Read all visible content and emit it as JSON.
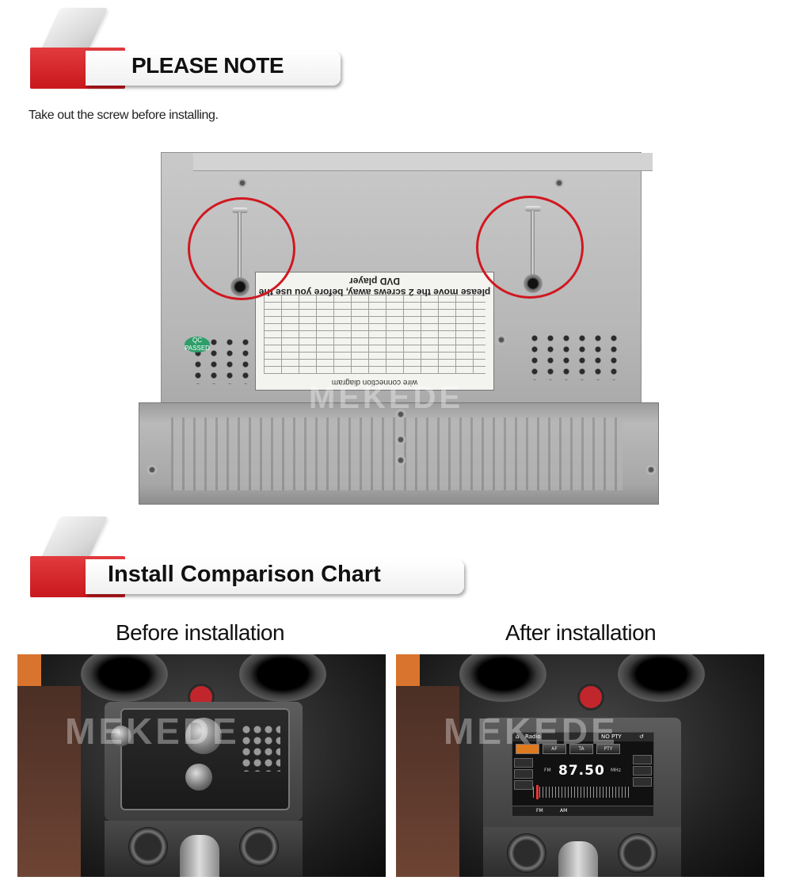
{
  "section1": {
    "title": "PLEASE NOTE",
    "instruction": "Take out the screw before installing."
  },
  "unit": {
    "sticker_title": "please move the 2 screws away, before you use the DVD player",
    "diagram_label": "wire connection diagram",
    "qc_text": "QC PASSED",
    "watermark": "MEKEDE"
  },
  "section2": {
    "title": "Install Comparison Chart",
    "before_caption": "Before installation",
    "after_caption": "After installation"
  },
  "photos": {
    "watermark": "MEKEDE"
  },
  "head_unit": {
    "top_left": "Radio",
    "top_right": "NO PTY",
    "buttons": [
      "AF",
      "TA",
      "PTY"
    ],
    "frequency": "87.50",
    "band": "FM",
    "unit": "MHz",
    "bottom": [
      "FM",
      "AM"
    ]
  },
  "colors": {
    "banner_red": "#d42226",
    "circle_red": "#d01820"
  }
}
